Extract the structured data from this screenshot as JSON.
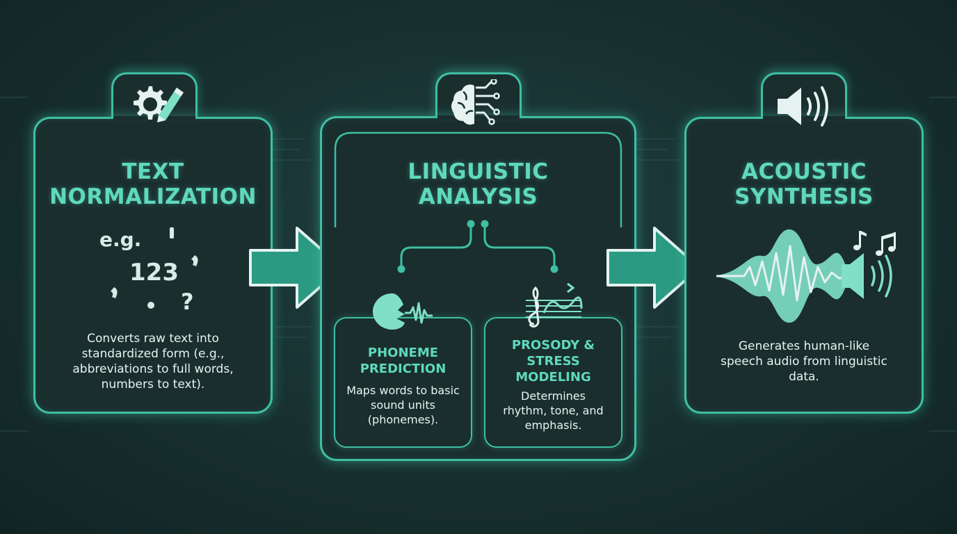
{
  "stages": {
    "text_normalization": {
      "title_line1": "TEXT",
      "title_line2": "NORMALIZATION",
      "example_prefix": "e.g.",
      "example_number": "123",
      "description": "Converts raw text into standardized form (e.g., abbreviations to full words, numbers to text).",
      "icon": "gear-pencil-icon"
    },
    "linguistic_analysis": {
      "title_line1": "LINGUISTIC",
      "title_line2": "ANALYSIS",
      "icon": "brain-circuit-icon",
      "phoneme": {
        "title_line1": "PHONEME",
        "title_line2": "PREDICTION",
        "description": "Maps words to basic sound units (phonemes).",
        "icon": "speaking-head-icon"
      },
      "prosody": {
        "title_line1": "PROSODY &",
        "title_line2": "STRESS",
        "title_line3": "MODELING",
        "description": "Determines rhythm, tone, and emphasis.",
        "icon": "music-staff-icon"
      }
    },
    "acoustic_synthesis": {
      "title_line1": "ACOUSTIC",
      "title_line2": "SYNTHESIS",
      "description": "Generates human-like speech audio from linguistic data.",
      "icon": "speaker-icon"
    }
  },
  "colors": {
    "accent": "#3fbfa3",
    "title": "#5fd9bd",
    "background": "#17302f",
    "text": "#e8f3f0"
  }
}
